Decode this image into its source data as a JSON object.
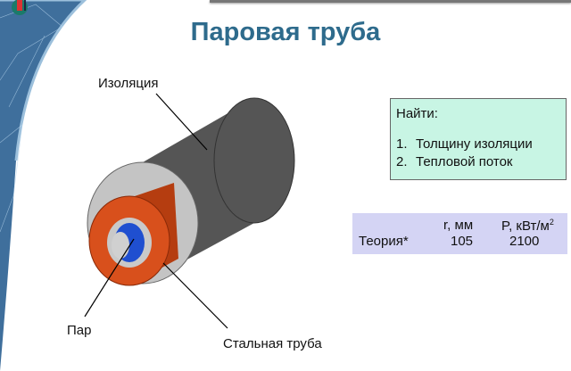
{
  "title": "Паровая труба",
  "labels": {
    "insulation": "Изоляция",
    "steam": "Пар",
    "steel_pipe": "Стальная труба"
  },
  "find_box": {
    "heading": "Найти:",
    "items": [
      {
        "num": "1.",
        "text": "Толщину изоляции"
      },
      {
        "num": "2.",
        "text": "Тепловой поток"
      }
    ]
  },
  "results_table": {
    "col_r": "r, мм",
    "col_p": "P, кВт/м",
    "col_p_sup": "2",
    "row_label": "Теория*",
    "r_value": "105",
    "p_value": "2100"
  },
  "colors": {
    "title": "#2e6b8c",
    "insulation": "#5a5a5a",
    "steel": "#d8501c",
    "steam": "#1f4fd0",
    "find_bg": "#c8f5e4",
    "table_bg": "#d4d4f4"
  }
}
